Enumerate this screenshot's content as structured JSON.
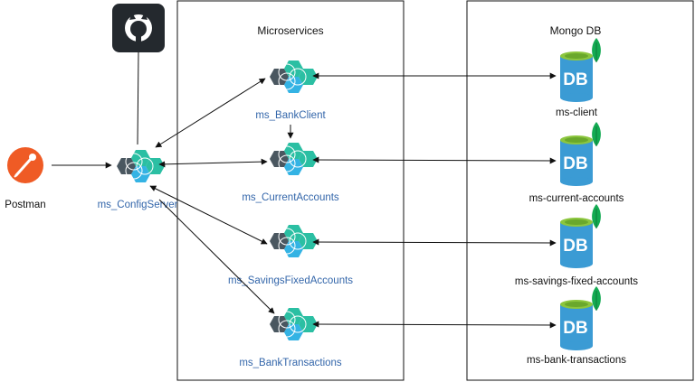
{
  "containers": {
    "microservices_title": "Microservices",
    "mongo_title": "Mongo DB"
  },
  "client": {
    "label": "Postman"
  },
  "repo": {
    "icon": "github-icon"
  },
  "config_server": {
    "label": "ms_ConfigServer",
    "icon": "service-hexagon-cluster-icon"
  },
  "services": [
    {
      "key": "bank-client",
      "label": "ms_BankClient"
    },
    {
      "key": "current-accounts",
      "label": "ms_CurrentAccounts"
    },
    {
      "key": "savings-fixed-accounts",
      "label": "ms_SavingsFixedAccounts"
    },
    {
      "key": "bank-transactions",
      "label": "ms_BankTransactions"
    }
  ],
  "databases": [
    {
      "key": "ms-client",
      "label": "ms-client",
      "badge": "DB"
    },
    {
      "key": "ms-current-accounts",
      "label": "ms-current-accounts",
      "badge": "DB"
    },
    {
      "key": "ms-savings-fixed-accounts",
      "label": "ms-savings-fixed-accounts",
      "badge": "DB"
    },
    {
      "key": "ms-bank-transactions",
      "label": "ms-bank-transactions",
      "badge": "DB"
    }
  ],
  "colors": {
    "service_label": "#3366aa",
    "hex_dark": "#4a5760",
    "hex_teal": "#2bbfa3",
    "hex_blue": "#34b3e4",
    "db_body": "#3b9bd4",
    "db_top": "#8cc63e",
    "leaf": "#13aa52",
    "postman": "#ef5b25",
    "github_bg": "#24292e"
  }
}
